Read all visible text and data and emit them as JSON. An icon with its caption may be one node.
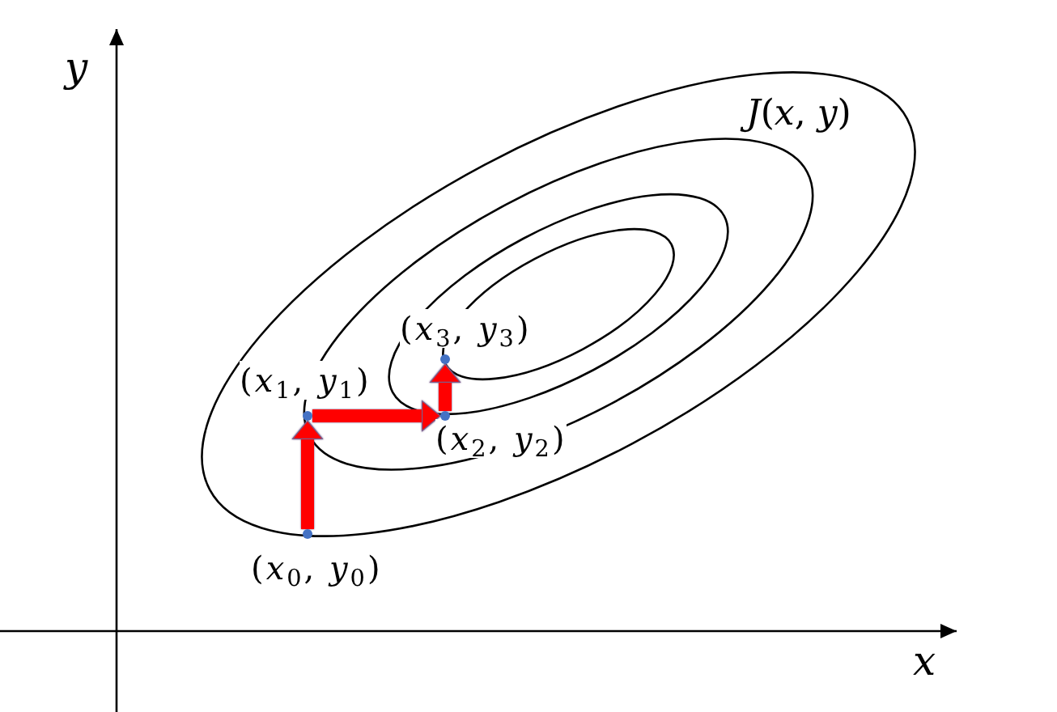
{
  "diagram": {
    "nodes": [
      {
        "text": [],
        "shape": "circle",
        "beside": [
          "(*x*$_{0}$, *y*$_{0}$)"
        ]
      },
      {
        "text": [],
        "shape": "circle",
        "beside": [
          "(*x*$_{1}$, *y*$_{1}$)"
        ]
      },
      {
        "text": [],
        "shape": "circle",
        "beside": [
          "(*x*$_{2}$, *y*$_{2}$)"
        ]
      },
      {
        "text": [],
        "shape": "circle",
        "beside": [
          "(*x*$_{3}$, *y*$_{3}$)"
        ]
      }
    ],
    "edges": [
      {
        "from": 0,
        "to": 1,
        "arrow": "to"
      },
      {
        "from": 1,
        "to": 2,
        "arrow": "to"
      },
      {
        "from": 2,
        "to": 3,
        "arrow": "to"
      }
    ],
    "labels": [
      "y",
      "*J*(*x*, *y*)",
      "x"
    ]
  }
}
